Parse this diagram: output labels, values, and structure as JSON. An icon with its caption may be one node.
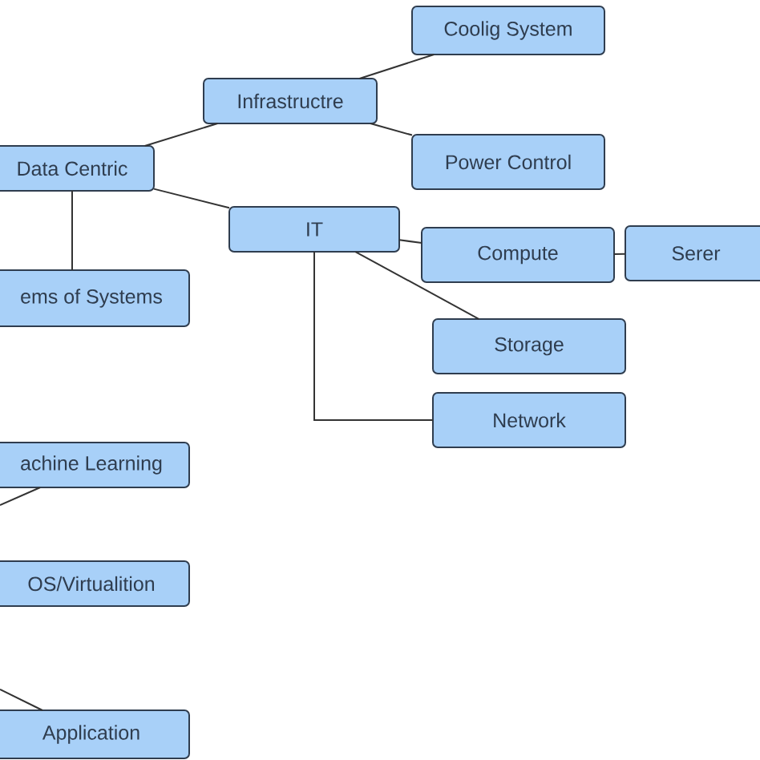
{
  "diagram": {
    "nodes": [
      {
        "text": [
          "Coolig System"
        ]
      },
      {
        "text": [
          "Infrastructre"
        ]
      },
      {
        "text": [
          "Power Control"
        ]
      },
      {
        "text": [
          "Data Centric"
        ]
      },
      {
        "text": [
          "IT"
        ]
      },
      {
        "text": [
          "Compute"
        ]
      },
      {
        "text": [
          "Serer"
        ]
      },
      {
        "text": [
          "ems of Systems"
        ]
      },
      {
        "text": [
          "Storage"
        ]
      },
      {
        "text": [
          "Network"
        ]
      },
      {
        "text": [
          "achine Learning"
        ]
      },
      {
        "text": [
          "OS/Virtualition"
        ]
      },
      {
        "text": [
          "Application"
        ]
      }
    ],
    "edges": [
      {
        "from": 3,
        "to": 1,
        "arrow": "none"
      },
      {
        "from": 1,
        "to": 0,
        "arrow": "none"
      },
      {
        "from": 1,
        "to": 2,
        "arrow": "none"
      },
      {
        "from": 3,
        "to": 4,
        "arrow": "none"
      },
      {
        "from": 3,
        "to": 7,
        "arrow": "none"
      },
      {
        "from": 4,
        "to": 5,
        "arrow": "none"
      },
      {
        "from": 5,
        "to": 6,
        "arrow": "none"
      },
      {
        "from": 4,
        "to": 8,
        "arrow": "none"
      },
      {
        "from": 4,
        "to": 9,
        "arrow": "none"
      },
      {
        "from": null,
        "to": 10,
        "arrow": "none"
      },
      {
        "from": null,
        "to": 12,
        "arrow": "none"
      }
    ]
  }
}
